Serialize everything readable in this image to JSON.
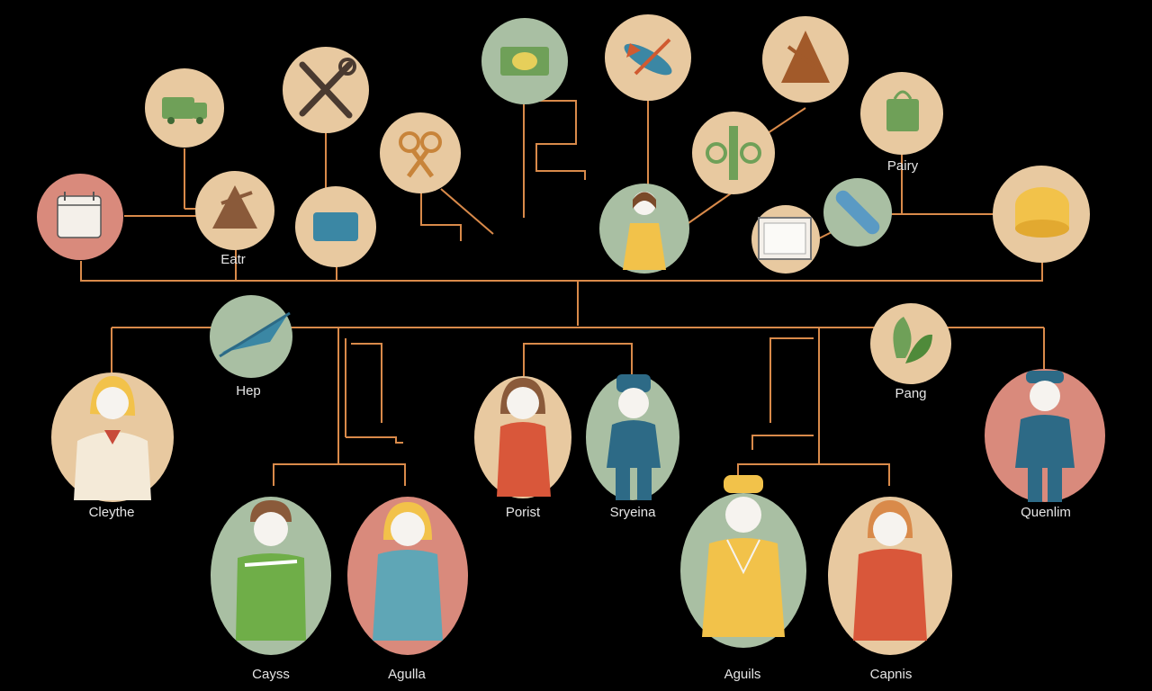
{
  "colors": {
    "background": "#000000",
    "connector": "#d98a4a",
    "label_text": "#e6e6e6",
    "circle_tan": "#e8c9a0",
    "circle_sage": "#a9bfa3",
    "circle_salmon": "#d98a7c"
  },
  "labels": {
    "eatr": "Eatr",
    "pairy": "Pairy",
    "hep": "Hep",
    "pang": "Pang",
    "cleythe": "Cleythe",
    "porist": "Porist",
    "sryeina": "Sryeina",
    "quenlim": "Quenlim",
    "cayss": "Cayss",
    "agulla": "Agulla",
    "aguils": "Aguils",
    "capnis": "Capnis"
  },
  "icons": {
    "top": [
      "calendar-icon",
      "truck-icon",
      "arrowhead-icon",
      "wrench-pliers-icon",
      "tablet-icon",
      "scissors-icon",
      "money-icon",
      "rocket-icon",
      "pyramid-icon",
      "scale-icon",
      "shopping-bag-icon",
      "picture-frame-icon",
      "bandage-icon",
      "coin-stack-icon",
      "child-figure-icon"
    ],
    "middle": [
      "feather-pen-icon",
      "leaf-icon"
    ],
    "people": [
      "person-cleythe-icon",
      "person-porist-icon",
      "person-sryeina-icon",
      "person-quenlim-icon",
      "person-cayss-icon",
      "person-agulla-icon",
      "person-aguils-icon",
      "person-capnis-icon"
    ]
  }
}
